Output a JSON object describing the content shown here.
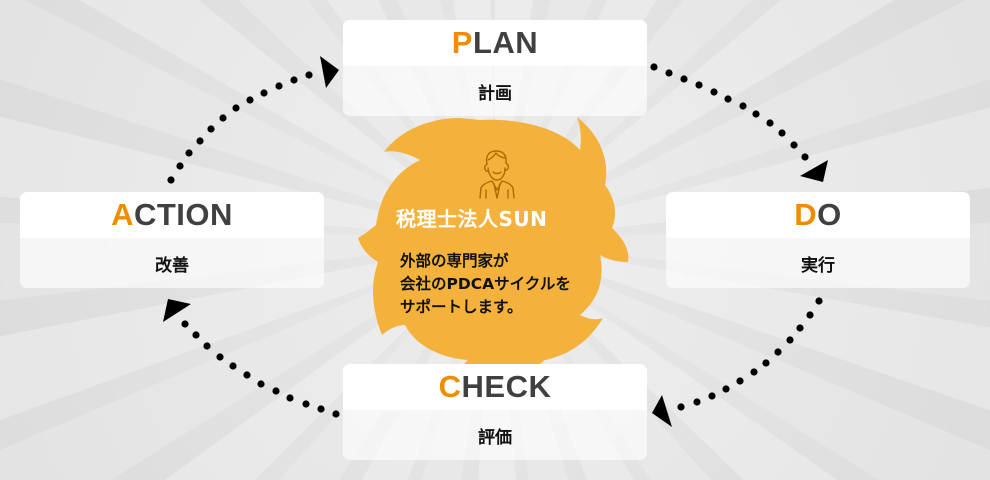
{
  "diagram": {
    "type": "PDCA cycle",
    "background_color": "#e4e4e4",
    "accent_color": "#f08c00",
    "center_color": "#f4b23d",
    "steps": [
      {
        "key": "plan",
        "first_letter": "P",
        "rest": "LAN",
        "label": "計画"
      },
      {
        "key": "do",
        "first_letter": "D",
        "rest": "O",
        "label": "実行"
      },
      {
        "key": "check",
        "first_letter": "C",
        "rest": "HECK",
        "label": "評価"
      },
      {
        "key": "action",
        "first_letter": "A",
        "rest": "CTION",
        "label": "改善"
      }
    ],
    "center": {
      "icon": "businessman-icon",
      "firm_name": "税理士法人SUN",
      "description_lines": [
        "外部の専門家が",
        "会社のPDCAサイクルを",
        "サポートします。"
      ]
    },
    "arrows": [
      {
        "from": "plan",
        "to": "do"
      },
      {
        "from": "do",
        "to": "check"
      },
      {
        "from": "check",
        "to": "action"
      },
      {
        "from": "action",
        "to": "plan"
      }
    ]
  }
}
